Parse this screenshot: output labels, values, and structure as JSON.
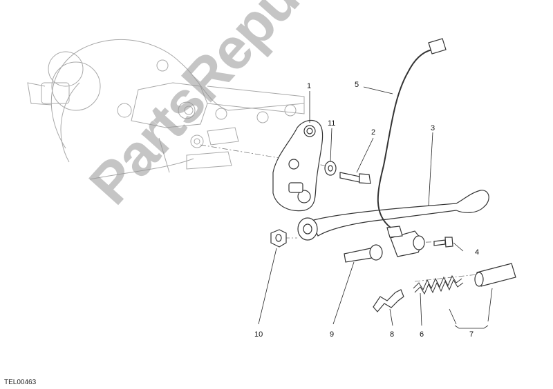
{
  "callouts": {
    "c1": "1",
    "c2": "2",
    "c3": "3",
    "c4": "4",
    "c5": "5",
    "c6": "6",
    "c7": "7",
    "c8": "8",
    "c9": "9",
    "c10": "10",
    "c11": "11"
  },
  "drawing_code": "TEL00463",
  "watermark": "PartsRepublik",
  "colors": {
    "line": "#444444",
    "ghost": "#9a9a9a",
    "watermark": "#969696"
  }
}
